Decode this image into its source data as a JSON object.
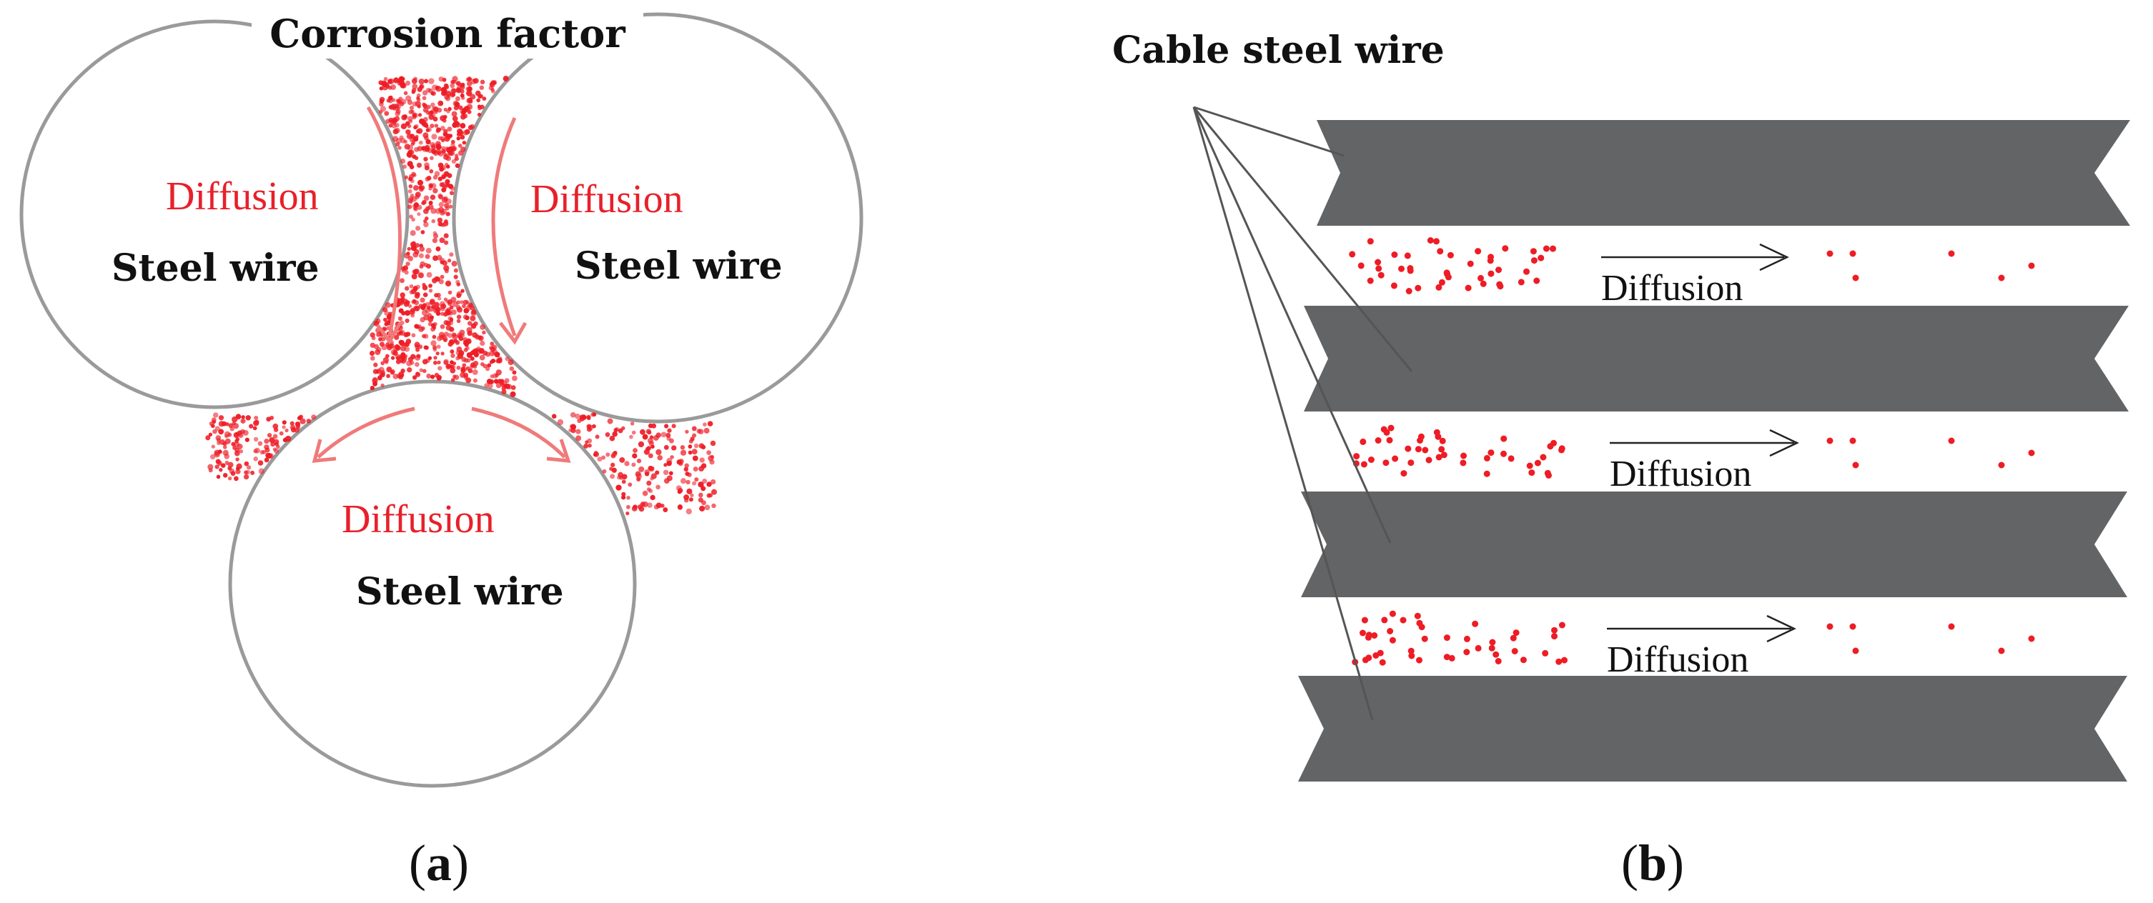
{
  "panel_a": {
    "title": "Corrosion factor",
    "wires": [
      {
        "label": "Steel wire",
        "diffusion": "Diffusion"
      },
      {
        "label": "Steel wire",
        "diffusion": "Diffusion"
      },
      {
        "label": "Steel wire",
        "diffusion": "Diffusion"
      }
    ],
    "caption_open": "(",
    "caption_letter": "a",
    "caption_close": ")"
  },
  "panel_b": {
    "title": "Cable steel wire",
    "diffusion_labels": [
      "Diffusion",
      "Diffusion",
      "Diffusion"
    ],
    "caption_open": "(",
    "caption_letter": "b",
    "caption_close": ")"
  },
  "colors": {
    "wire_fill": "#636466",
    "particle": "#ee1c25",
    "diffusion_text": "#e8202a",
    "outline": "#9a9a9a"
  }
}
